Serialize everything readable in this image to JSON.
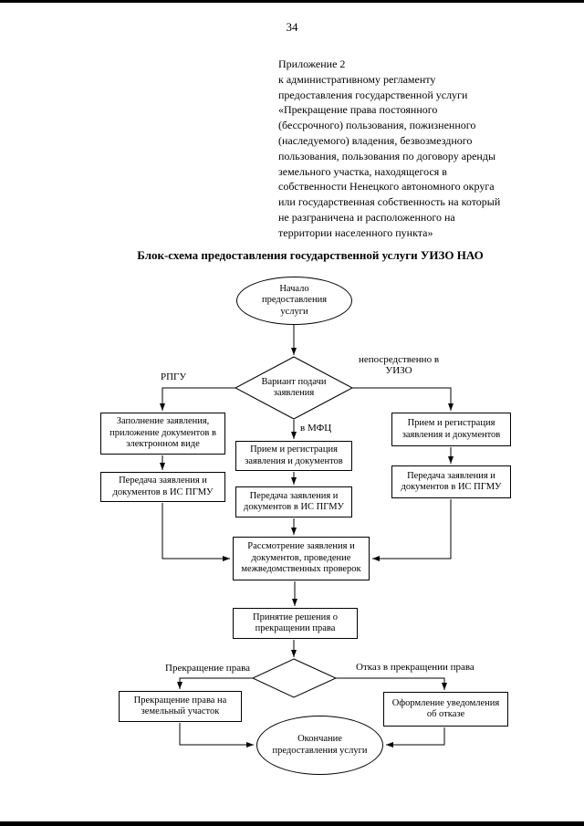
{
  "page": {
    "number": "34"
  },
  "header": {
    "appendix_text": "Приложение 2\nк административному регламенту\nпредоставления государственной услуги\n«Прекращение права постоянного\n(бессрочного) пользования, пожизненного\n(наследуемого) владения, безвозмездного\nпользования, пользования по договору аренды\nземельного участка, находящегося в\nсобственности Ненецкого автономного округа\nили государственная собственность на который\nне разграничена и расположенного на\nтерритории населенного пункта»",
    "title": "Блок-схема предоставления государственной услуги УИЗО НАО"
  },
  "flowchart": {
    "nodes": {
      "start": "Начало предоставления услуги",
      "variant": "Вариант подачи заявления",
      "fill_application": "Заполнение заявления, приложение документов в электронном виде",
      "transfer_rpgu": "Передача заявления и документов в ИС ПГМУ",
      "reception_mfc": "Прием и регистрация заявления и документов",
      "transfer_mfc": "Передача заявления и документов в ИС ПГМУ",
      "reception_uizo": "Прием и регистрация заявления и документов",
      "transfer_uizo": "Передача заявления и документов в ИС ПГМУ",
      "review": "Рассмотрение заявления и документов, проведение межведомственных проверок",
      "decision": "Принятие решения о прекращении права",
      "termination": "Прекращение права на земельный участок",
      "refusal_notice": "Оформление уведомления об отказе",
      "end": "Окончание предоставления услуги"
    },
    "edge_labels": {
      "rpgu": "РПГУ",
      "direct_uizo": "непосредственно в УИЗО",
      "mfc": "в МФЦ",
      "termination": "Прекращение права",
      "refusal": "Отказ в прекращении права"
    },
    "colors": {
      "line": "#000000",
      "background": "#ffffff"
    }
  }
}
